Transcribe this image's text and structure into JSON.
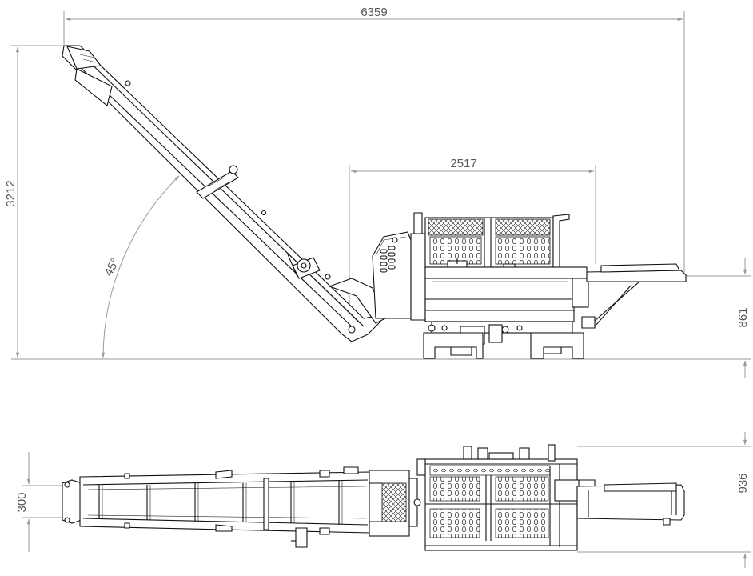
{
  "dimensions": {
    "overall_length": "6359",
    "table_length": "2517",
    "height": "3212",
    "angle": "45°",
    "infeed_height": "861",
    "conveyor_width": "300",
    "body_width": "936"
  },
  "colors": {
    "ink": "#111111",
    "dimension": "#9a9a9a",
    "dimension_text": "#555555",
    "background": "#ffffff"
  }
}
